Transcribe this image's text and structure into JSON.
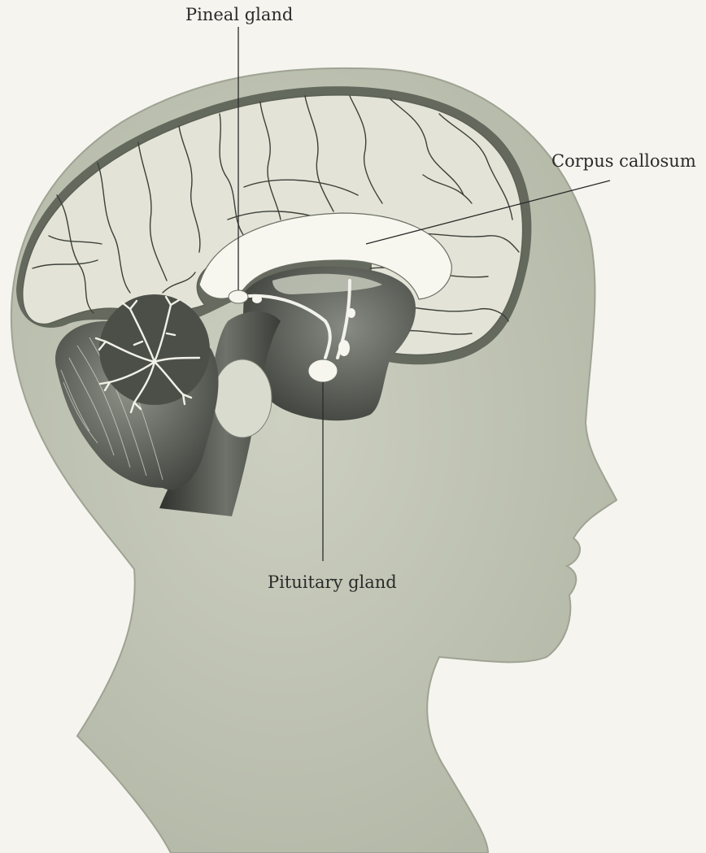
{
  "labels": {
    "pineal": "Pineal gland",
    "corpus": "Corpus callosum",
    "pituitary": "Pituitary gland"
  },
  "colors": {
    "background": "#f5f4ee",
    "head": "#c8cbbc",
    "head_shade": "#b4b8a8",
    "brain_dark": "#4e524b",
    "cortex": "#e2e3d6",
    "gland": "#f6f6ee",
    "line": "#2b2b2b"
  }
}
